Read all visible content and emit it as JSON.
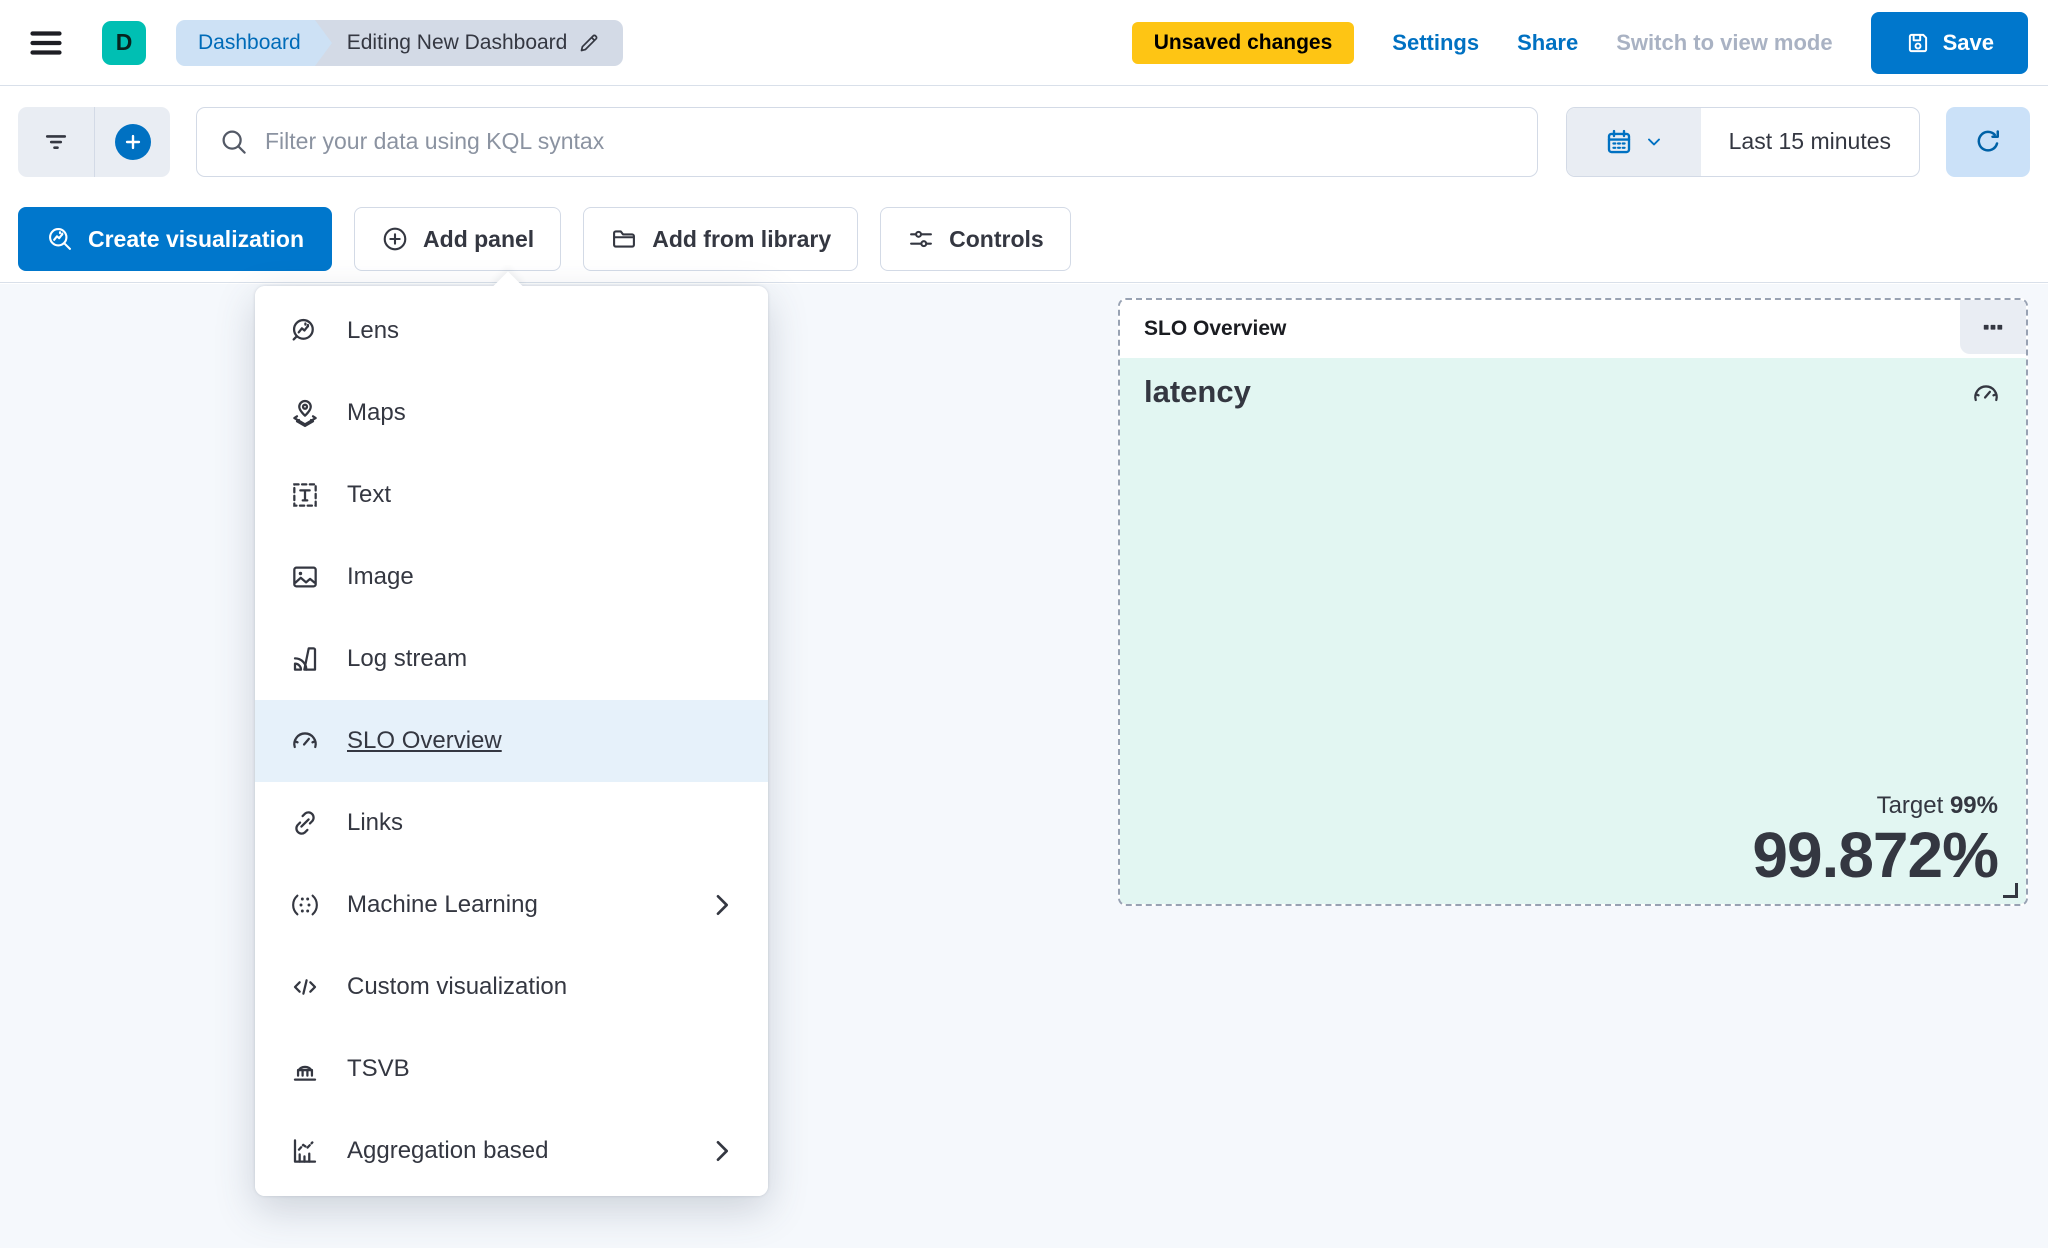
{
  "colors": {
    "primary": "#0077CC",
    "link_blue": "#0071C2",
    "badge_yellow": "#FEC514",
    "logo_teal": "#00BFB3",
    "panel_mint": "#E2F6F2",
    "text_dark": "#343741",
    "muted_gray": "#98A2B3",
    "border_gray": "#D3DAE6",
    "selected_row_blue": "#E6F1FA",
    "breadcrumb_blue_bg": "#CDE1F5",
    "breadcrumb_gray_bg": "#D3DAE6"
  },
  "header": {
    "logo_letter": "D",
    "breadcrumbs": [
      "Dashboard",
      "Editing New Dashboard"
    ],
    "unsaved_badge": "Unsaved changes",
    "settings_label": "Settings",
    "share_label": "Share",
    "view_mode_label": "Switch to view mode",
    "save_label": "Save"
  },
  "filter_bar": {
    "kql_placeholder": "Filter your data using KQL syntax",
    "time_range": "Last 15 minutes"
  },
  "toolbar": {
    "create_visualization_label": "Create visualization",
    "add_panel_label": "Add panel",
    "add_from_library_label": "Add from library",
    "controls_label": "Controls"
  },
  "add_panel_menu": {
    "items": [
      {
        "label": "Lens"
      },
      {
        "label": "Maps"
      },
      {
        "label": "Text"
      },
      {
        "label": "Image"
      },
      {
        "label": "Log stream"
      },
      {
        "label": "SLO Overview",
        "selected": true
      },
      {
        "label": "Links"
      },
      {
        "label": "Machine Learning",
        "has_submenu": true
      },
      {
        "label": "Custom visualization"
      },
      {
        "label": "TSVB"
      },
      {
        "label": "Aggregation based",
        "has_submenu": true
      }
    ]
  },
  "slo_panel": {
    "title": "SLO Overview",
    "slo_name": "latency",
    "target_label": "Target",
    "target_value": "99%",
    "value": "99.872%"
  }
}
